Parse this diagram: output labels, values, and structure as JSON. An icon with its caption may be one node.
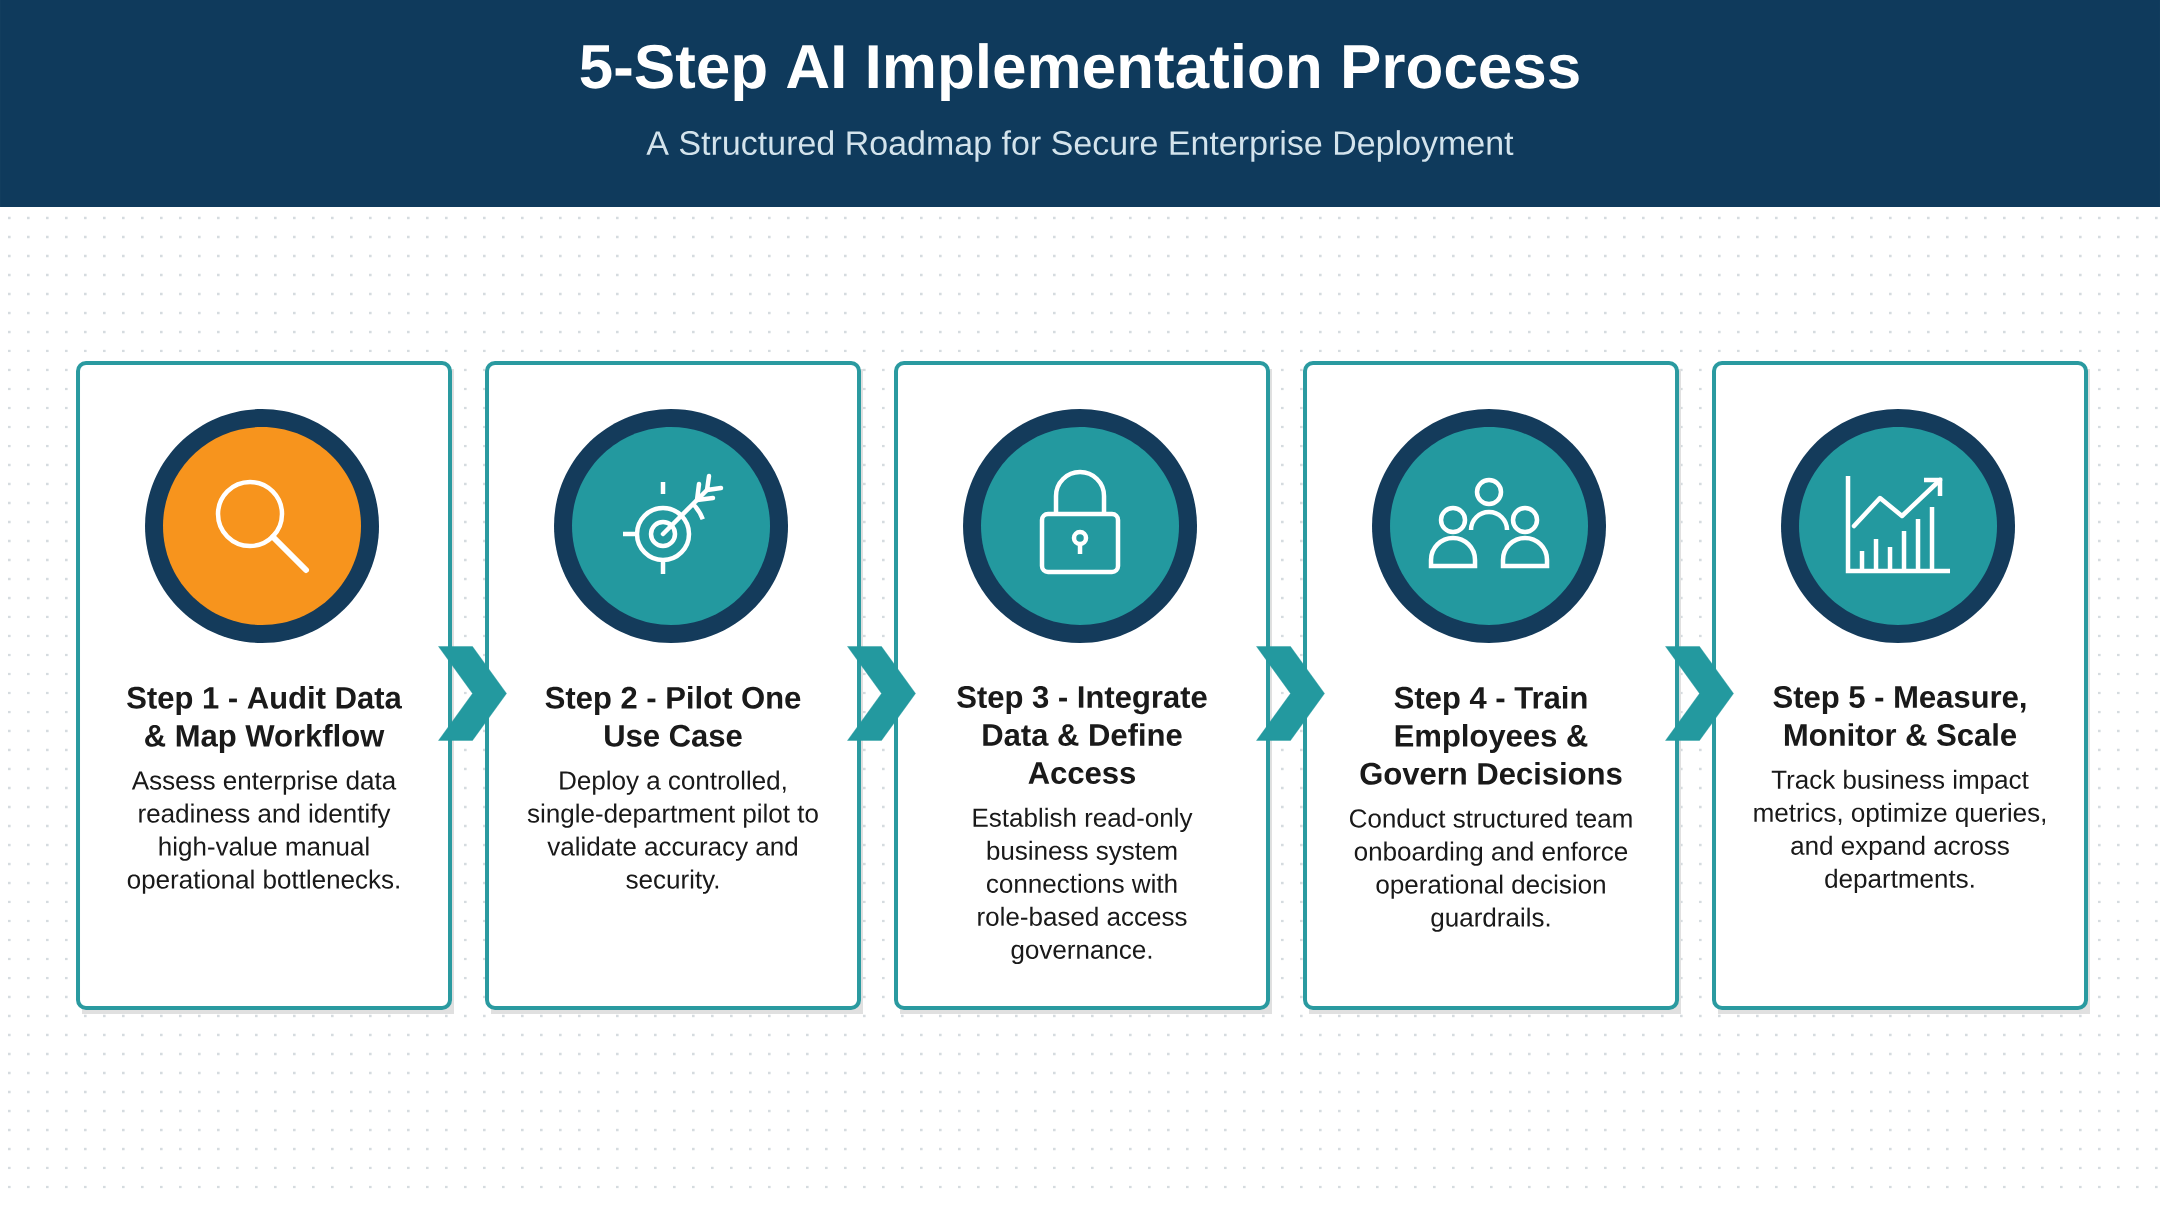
{
  "diagram": {
    "title": "5-Step AI Implementation Process",
    "nodes": [
      {
        "text": [
          "Step 1 - Audit Data & Map Workflow",
          "Assess enterprise data readiness and identify high-value manual operational bottlenecks."
        ]
      },
      {
        "text": [
          "Step 2 - Pilot One Use Case",
          "Deploy a controlled, single-department pilot to validate accuracy and security."
        ]
      },
      {
        "text": [
          "Step 3 - Integrate Data & Define Access",
          "Establish read-only business system connections with role-based access governance."
        ]
      },
      {
        "text": [
          "Step 4 - Train Employees & Govern Decisions",
          "Conduct structured team onboarding and enforce operational decision guardrails."
        ]
      },
      {
        "text": [
          "Step 5 - Measure, Monitor & Scale",
          "Track business impact metrics, optimize queries, and expand across departments."
        ]
      }
    ],
    "edges": [
      {
        "from": 0,
        "to": 1,
        "arrow": "to"
      },
      {
        "from": 1,
        "to": 2,
        "arrow": "to"
      },
      {
        "from": 2,
        "to": 3,
        "arrow": "to"
      },
      {
        "from": 3,
        "to": 4,
        "arrow": "to"
      }
    ],
    "labels": [
      "A Structured Roadmap for Secure Enterprise Deployment"
    ]
  }
}
